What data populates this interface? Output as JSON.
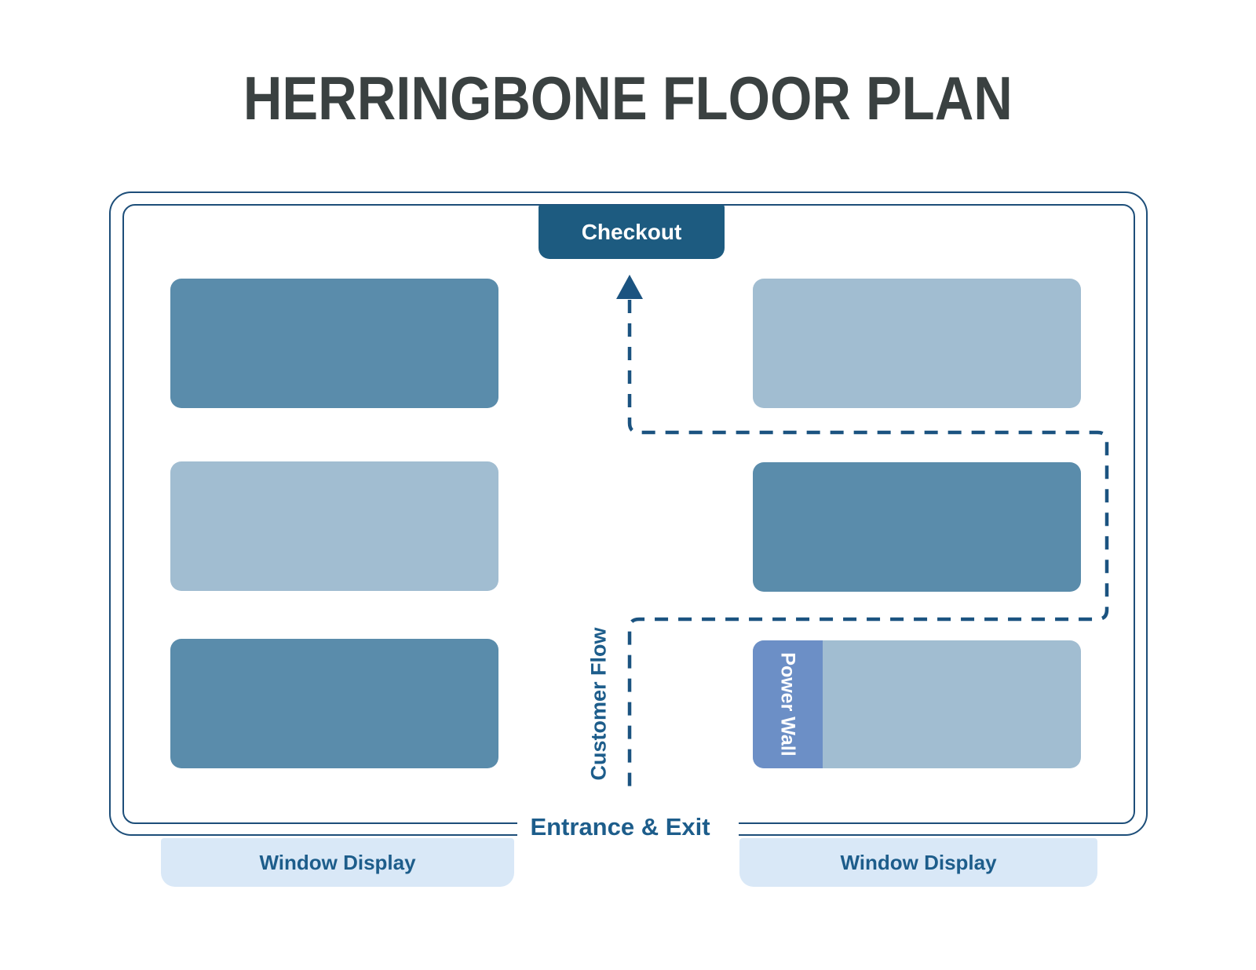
{
  "title": "HERRINGBONE FLOOR PLAN",
  "store": {
    "checkout": {
      "label": "Checkout"
    },
    "customer_flow": {
      "label": "Customer Flow"
    },
    "entrance": {
      "label": "Entrance & Exit"
    },
    "power_wall": {
      "label": "Power Wall"
    }
  },
  "window_displays": {
    "left": {
      "label": "Window Display"
    },
    "right": {
      "label": "Window Display"
    }
  },
  "colors": {
    "title-ink": "#3a4141",
    "outline-ink": "#1d4e79",
    "checkout-bg": "#1d5b80",
    "checkout-ink": "#ffffff",
    "fixture-medium": "#5a8cab",
    "fixture-light": "#a1bdd1",
    "power-wall-bg": "#6c8fc6",
    "power-wall-ink": "#ffffff",
    "window-bar-bg": "#d9e8f7",
    "label-ink": "#1d5d8b",
    "flow-ink": "#1b5380"
  }
}
